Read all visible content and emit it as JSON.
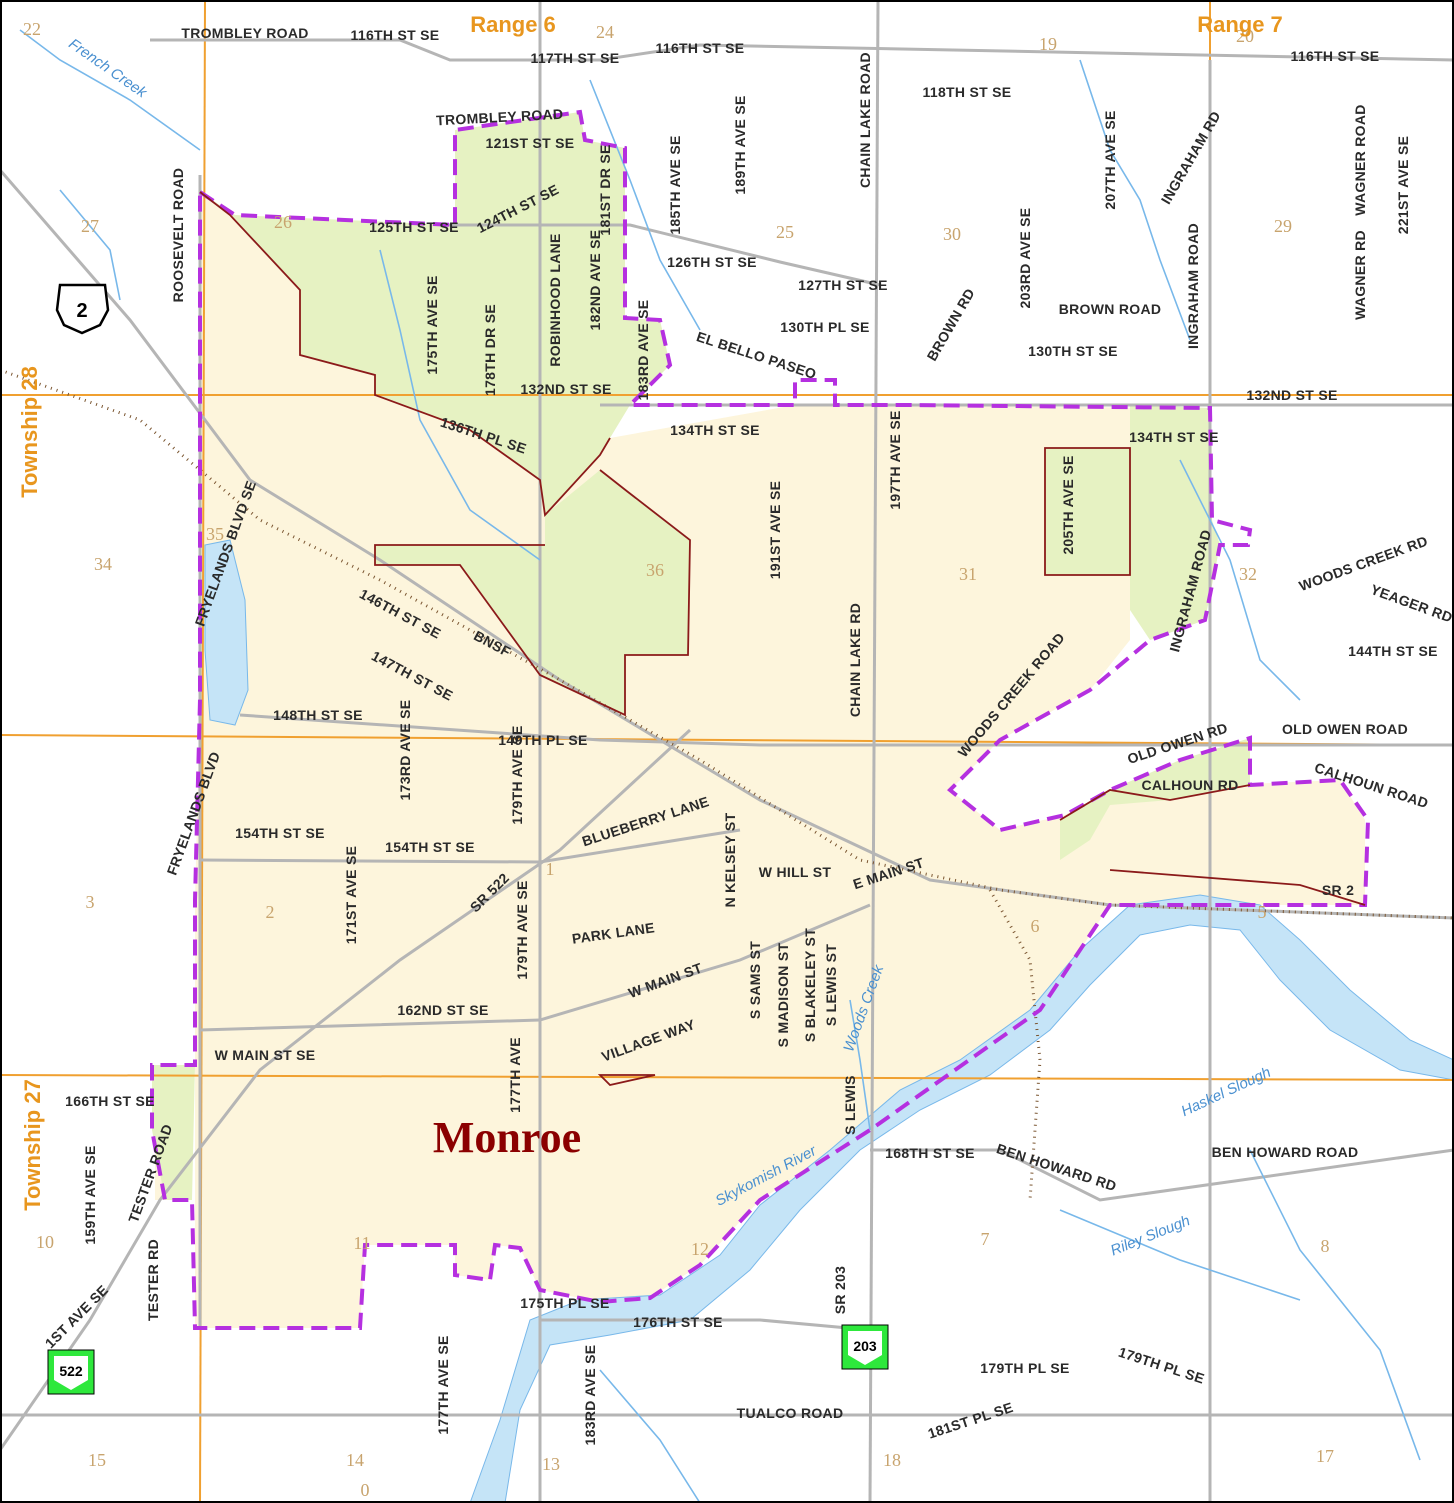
{
  "city_name": "Monroe",
  "colors": {
    "city_fill": "#fdf5dc",
    "uga_fill": "#e6f2c2",
    "city_boundary": "#8b1a1a",
    "uga_boundary": "#b530e0",
    "water": "#c5e4f7",
    "stream": "#78b8ea",
    "road": "#b5b5b5",
    "township_line": "#f0a030",
    "railroad": "#7a5530"
  },
  "range_labels": [
    "Range 6",
    "Range 7"
  ],
  "township_labels": [
    "Township 28",
    "Township 27"
  ],
  "section_numbers": [
    "22",
    "24",
    "19",
    "20",
    "27",
    "26",
    "25",
    "30",
    "29",
    "35",
    "34",
    "36",
    "31",
    "32",
    "3",
    "2",
    "1",
    "6",
    "5",
    "10",
    "11",
    "12",
    "7",
    "8",
    "15",
    "14",
    "13",
    "18",
    "17",
    "0"
  ],
  "road_labels": [
    "TROMBLEY ROAD",
    "116TH ST SE",
    "117TH ST SE",
    "116TH ST SE",
    "116TH ST SE",
    "118TH ST SE",
    "TROMBLEY ROAD",
    "121ST ST SE",
    "ROOSEVELT ROAD",
    "125TH ST SE",
    "124TH ST SE",
    "181ST DR SE",
    "185TH AVE SE",
    "189TH AVE SE",
    "CHAIN LAKE ROAD",
    "207TH AVE SE",
    "INGRAHAM RD",
    "WAGNER ROAD",
    "221ST AVE SE",
    "ROBINHOOD LANE",
    "182ND AVE SE",
    "126TH ST SE",
    "127TH ST SE",
    "203RD AVE SE",
    "INGRAHAM ROAD",
    "WAGNER RD",
    "175TH AVE SE",
    "178TH DR SE",
    "BROWN RD",
    "BROWN ROAD",
    "183RD AVE SE",
    "130TH PL SE",
    "EL BELLO PASEO",
    "130TH ST SE",
    "132ND ST SE",
    "132ND ST SE",
    "134TH ST SE",
    "136TH PL SE",
    "134TH ST SE",
    "191ST AVE SE",
    "197TH AVE SE",
    "205TH AVE SE",
    "FRYELANDS BLVD SE",
    "INGRAHAM ROAD",
    "WOODS CREEK RD",
    "YEAGER RD",
    "146TH ST SE",
    "BNSF",
    "147TH ST SE",
    "144TH ST SE",
    "WOODS CREEK ROAD",
    "CHAIN LAKE RD",
    "148TH ST SE",
    "173RD AVE SE",
    "149TH PL SE",
    "OLD OWEN RD",
    "OLD OWEN ROAD",
    "179TH AVE SE",
    "CALHOUN RD",
    "CALHOUN ROAD",
    "BLUEBERRY LANE",
    "FRYELANDS BLVD",
    "154TH ST SE",
    "154TH ST SE",
    "171ST AVE SE",
    "N KELSEY ST",
    "W HILL ST",
    "E MAIN ST",
    "SR 2",
    "SR 522",
    "179TH AVE SE",
    "PARK LANE",
    "S SAMS ST",
    "S MADISON ST",
    "S BLAKELEY ST",
    "S LEWIS ST",
    "W MAIN ST",
    "162ND ST SE",
    "VILLAGE WAY",
    "W MAIN ST SE",
    "177TH AVE",
    "166TH ST SE",
    "TESTER ROAD",
    "S LEWIS",
    "168TH ST SE",
    "BEN HOWARD RD",
    "BEN HOWARD ROAD",
    "159TH AVE SE",
    "TESTER RD",
    "175TH PL SE",
    "176TH ST SE",
    "SR 203",
    "177TH AVE SE",
    "183RD AVE SE",
    "179TH PL SE",
    "179TH PL SE",
    "TUALCO ROAD",
    "181ST PL SE",
    "1ST AVE SE"
  ],
  "water_labels": [
    "French Creek",
    "Woods Creek",
    "Skykomish River",
    "Haskel Slough",
    "Riley Slough"
  ],
  "shields": {
    "us2": "2",
    "sr522": "522",
    "sr203": "203"
  }
}
